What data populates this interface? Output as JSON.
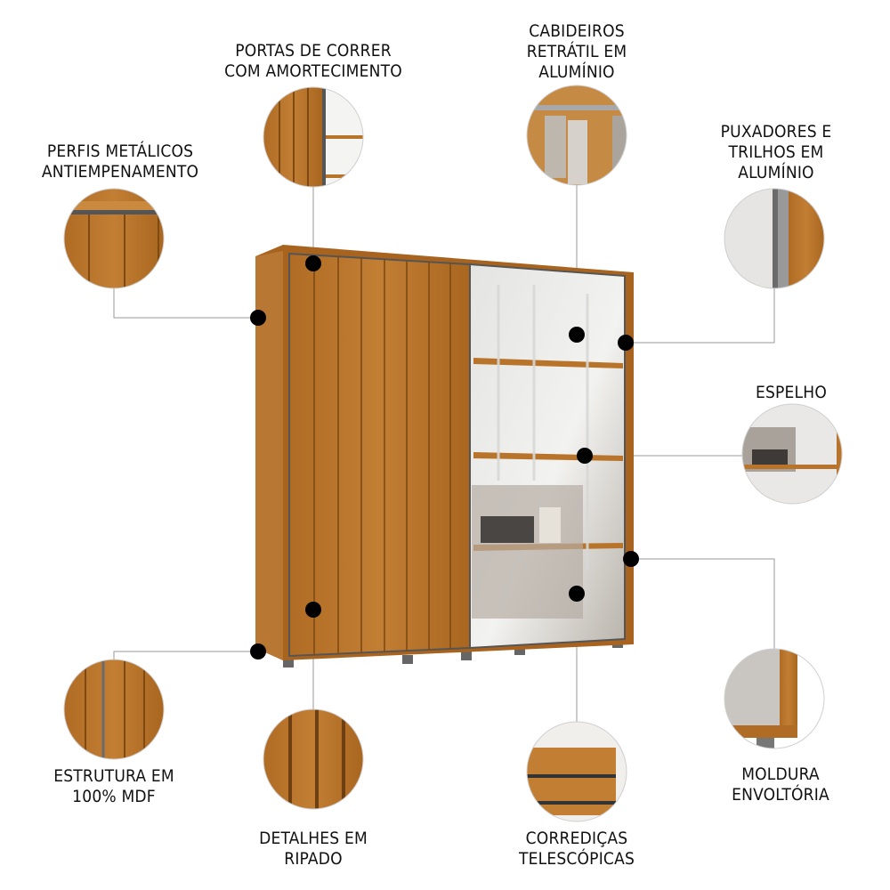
{
  "features": {
    "portas": {
      "lines": [
        "PORTAS DE CORRER",
        "COM AMORTECIMENTO"
      ]
    },
    "cabideiros": {
      "lines": [
        "CABIDEIROS",
        "RETRÁTIL EM",
        "ALUMÍNIO"
      ]
    },
    "perfis": {
      "lines": [
        "PERFIS METÁLICOS",
        "ANTIEMPENAMENTO"
      ]
    },
    "puxadores": {
      "lines": [
        "PUXADORES E",
        "TRILHOS EM",
        "ALUMÍNIO"
      ]
    },
    "espelho": {
      "lines": [
        "ESPELHO"
      ]
    },
    "moldura": {
      "lines": [
        "MOLDURA",
        "ENVOLTÓRIA"
      ]
    },
    "estrutura": {
      "lines": [
        "ESTRUTURA EM",
        "100% MDF"
      ]
    },
    "detalhes": {
      "lines": [
        "DETALHES EM",
        "RIPADO"
      ]
    },
    "corredicas": {
      "lines": [
        "CORREDIÇAS",
        "TELESCÓPICAS"
      ]
    }
  },
  "colors": {
    "wood": "#b8732a",
    "wood_dark": "#8a5418",
    "mirror": "#d9d6d0",
    "callout_line": "#9a9a9a",
    "dot": "#000000"
  }
}
